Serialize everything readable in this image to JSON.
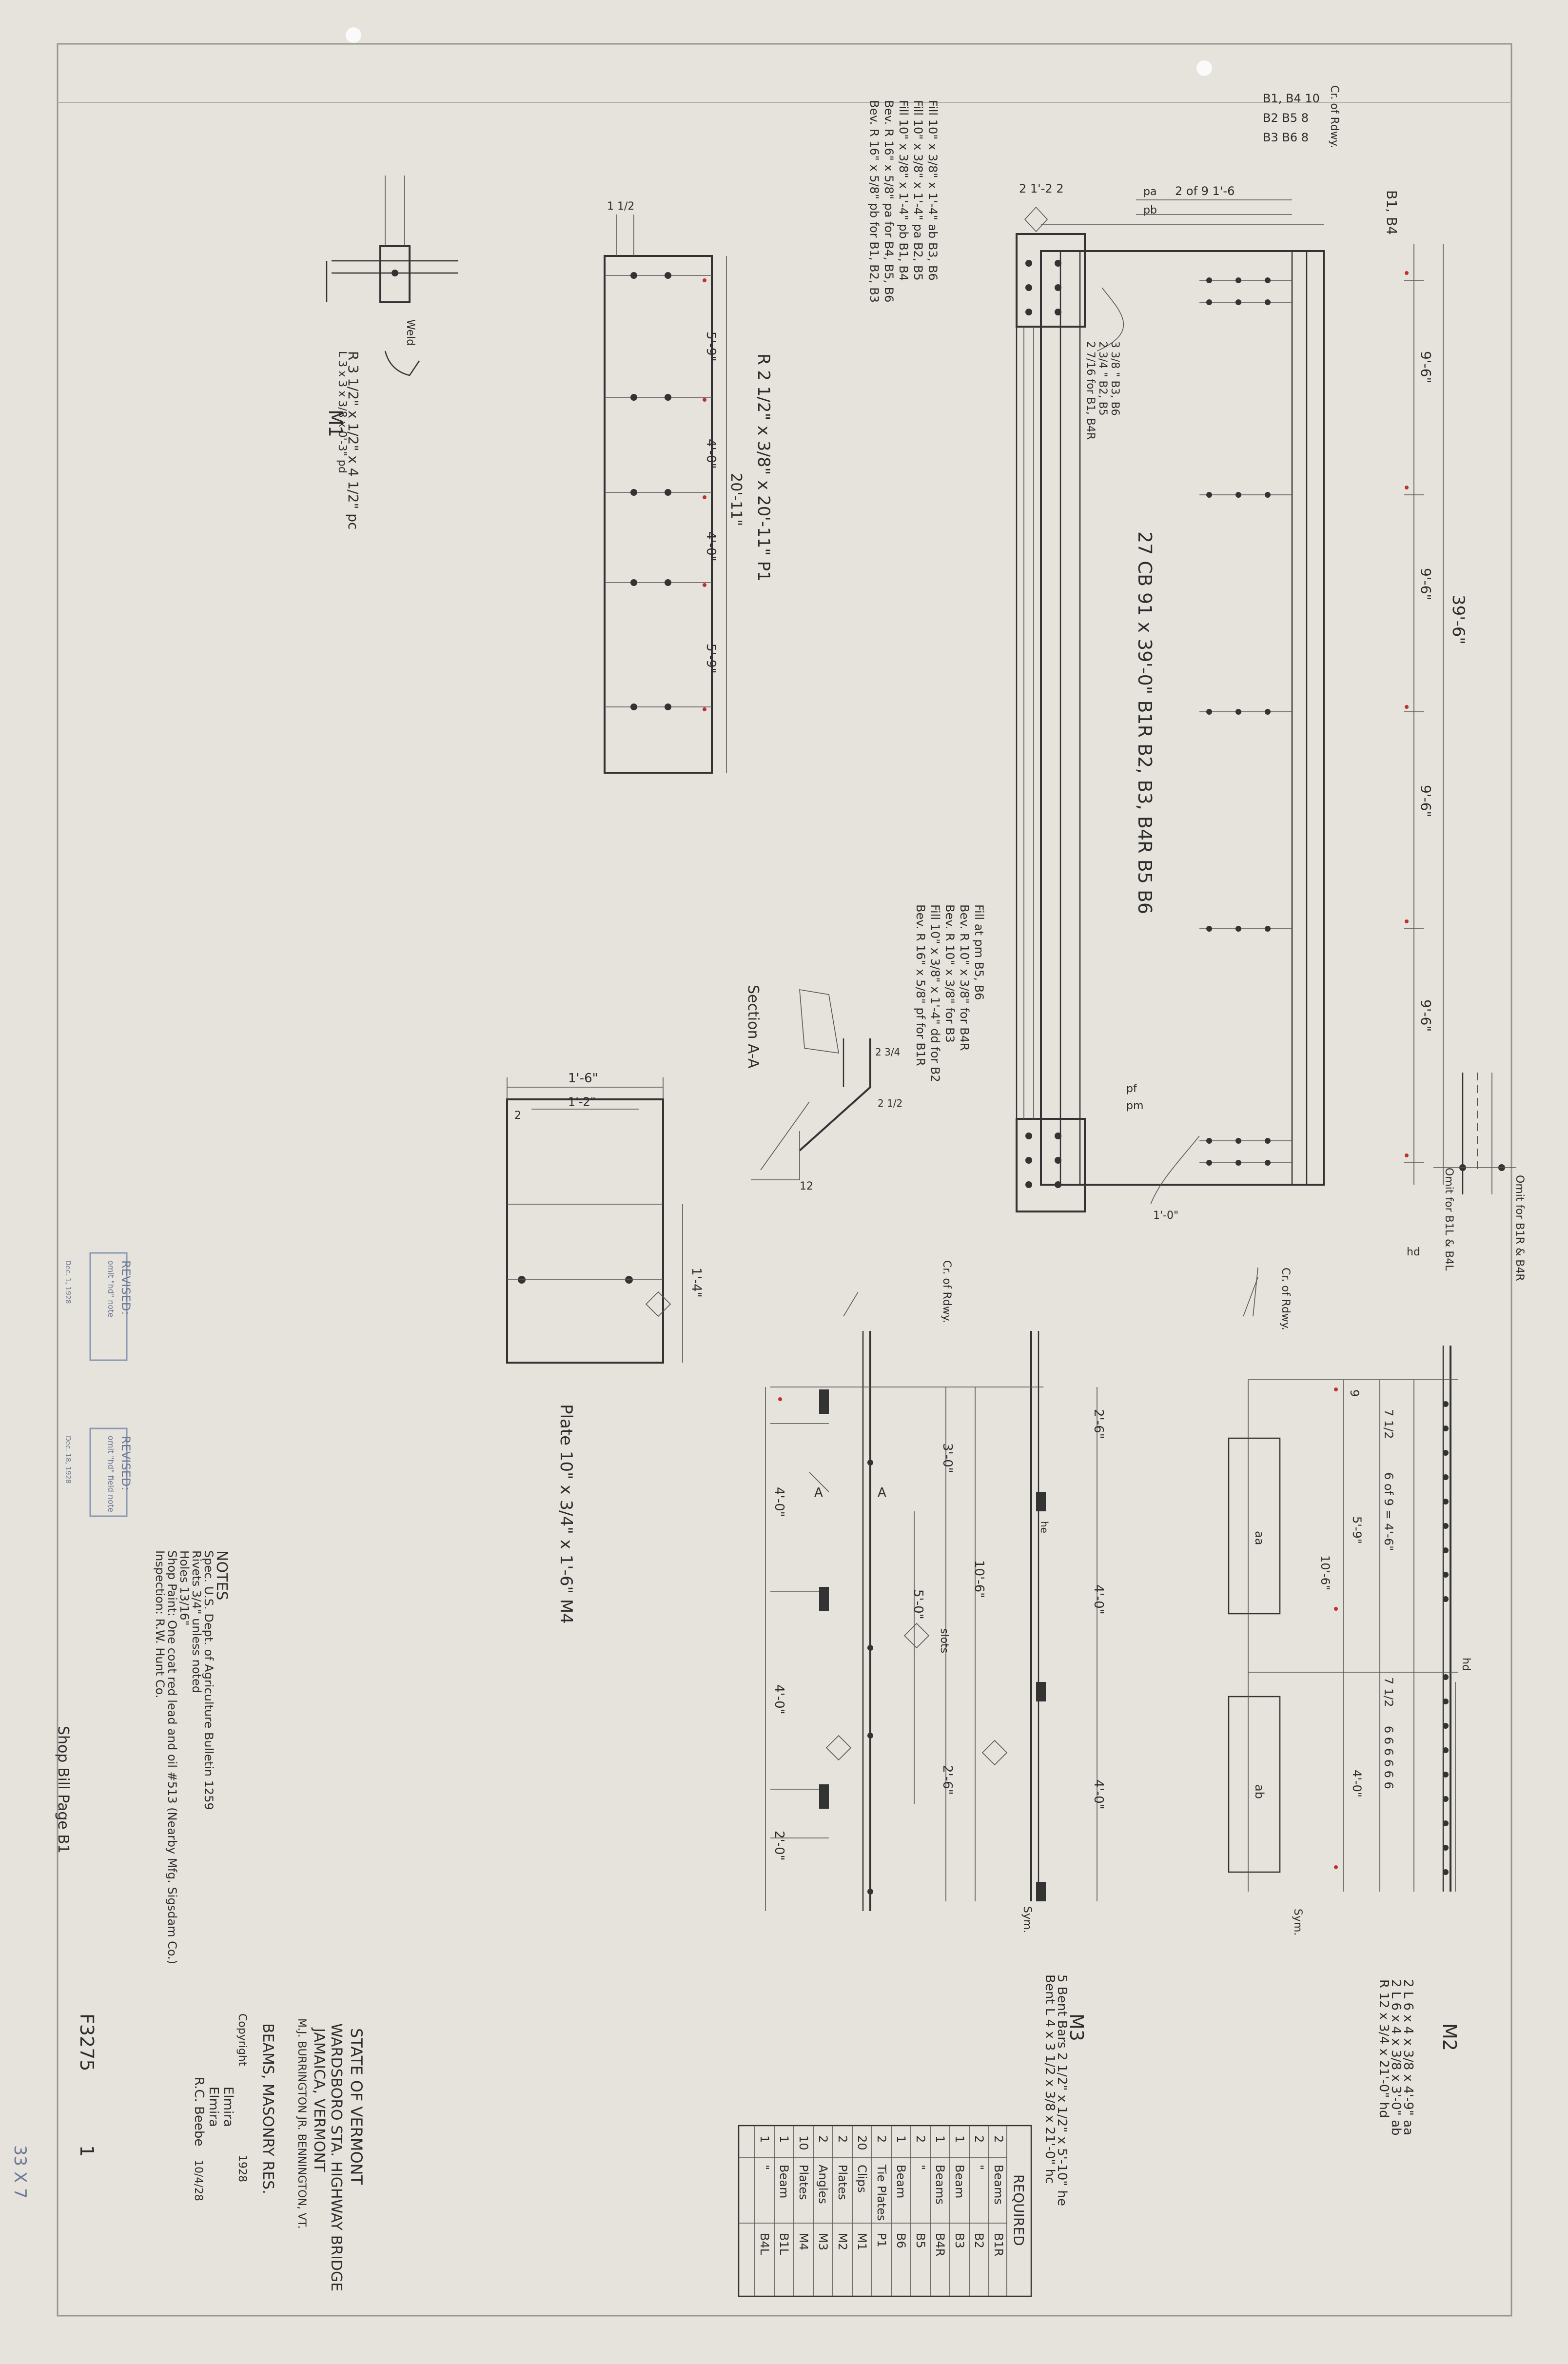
{
  "title_block": {
    "state": "STATE OF VERMONT",
    "bridge": "WARDSBORO STA. HIGHWAY BRIDGE",
    "town": "JAMAICA, VERMONT",
    "contractor": "M.J. BURRINGTON JR. BENNINGTON, VT.",
    "sheet_subject": "BEAMS, MASONRY RES.",
    "copyright": "Copyright",
    "year": "1928",
    "drawn_by": "Elmira",
    "checked_by": "Elmira",
    "engineer": "R.C. Beebe",
    "date": "10/4/28",
    "shop_bill": "Shop Bill Page B1",
    "drawing_number": "F3275",
    "sheet_number": "1",
    "margin_note": "33 X 7"
  },
  "notes": {
    "heading": "NOTES",
    "lines": [
      "Spec. U.S. Dept. of Agriculture Bulletin 1259",
      "Rivets 3/4\" unless noted",
      "Holes 13/16\"",
      "Shop Paint: One coat red lead and oil #513 (Nearby Mfg. Sigsdam Co.)",
      "Inspection: R.W. Hunt Co."
    ]
  },
  "revisions": [
    {
      "title": "REVISED:",
      "text": "omit \"hd\" note",
      "date": "Dec. 1, 1928"
    },
    {
      "title": "REVISED:",
      "text": "omit \"hd\" field note",
      "date": "Dec. 18, 1928"
    }
  ],
  "required_table": {
    "heading": "REQUIRED",
    "rows": [
      {
        "qty": "2",
        "item": "Beams",
        "mark": "B1R"
      },
      {
        "qty": "2",
        "item": "\"",
        "mark": "B2"
      },
      {
        "qty": "1",
        "item": "Beam",
        "mark": "B3"
      },
      {
        "qty": "1",
        "item": "Beams",
        "mark": "B4R"
      },
      {
        "qty": "2",
        "item": "\"",
        "mark": "B5"
      },
      {
        "qty": "1",
        "item": "Beam",
        "mark": "B6"
      },
      {
        "qty": "2",
        "item": "Tie Plates",
        "mark": "P1"
      },
      {
        "qty": "20",
        "item": "Clips",
        "mark": "M1"
      },
      {
        "qty": "2",
        "item": "Plates",
        "mark": "M2"
      },
      {
        "qty": "2",
        "item": "Angles",
        "mark": "M3"
      },
      {
        "qty": "10",
        "item": "Plates",
        "mark": "M4"
      },
      {
        "qty": "1",
        "item": "Beam",
        "mark": "B1L"
      },
      {
        "qty": "1",
        "item": "\"",
        "mark": "B4L"
      }
    ]
  },
  "main_beam": {
    "title": "27 CB 91 x 39'-0\"  B1R B2, B3, B4R B5 B6",
    "length": "39'-6\"",
    "spacing": [
      "9'-6\"",
      "9'-6\"",
      "9'-6\"",
      "9'-6\""
    ],
    "gauge": "2 1'-2 2",
    "end_dim": "2 of 9 1'-6",
    "side_list_top": [
      "B1, B4 10",
      "B2 B5 8",
      "B3 B6 8"
    ],
    "crown_label": "Cr. of Rdwy.",
    "end_label": "B1, B4",
    "bevel_notes_top": [
      "Bev. R 16\" x 5/8\" pb for B1, B2, B3",
      "Bev. R 16\" x 5/8\" pa for B4, B5, B6",
      "Fill 10\" x 3/8\" x 1'-4\" pb B1, B4",
      "Fill 10\" x 3/8\" x 1'-4\" pa B2, B5",
      "Fill 10\" x 3/8\" x 1'-4\" ab B3, B6"
    ],
    "bevel_notes_bottom": [
      "Bev. R 16\" x 5/8\" pf for B1R",
      "Fill 10\" x 3/8\" x 1'-4\" dd for B2",
      "Bev. R 10\" x 3/8\" for B3",
      "Bev. R 10\" x 3/8\" for B4R",
      "Fill at pm B5, B6"
    ],
    "left_end_notes": [
      "2 7/16 for B1, B4R",
      "2 3/4 \" B2, B5",
      "3 3/8 \" B3, B6"
    ],
    "omit_notes": [
      "Omit for B1R & B4R",
      "Omit for B1L & B4L"
    ],
    "labels": [
      "pa",
      "pb",
      "pf",
      "pm",
      "hd",
      "1'-0\""
    ]
  },
  "tie_plate": {
    "title": "R 2 1/2\" x 3/8\" x 20'-11\" P1",
    "total": "20'-11\"",
    "segments": [
      "5'-9\"",
      "4'-0\"",
      "4'-0\"",
      "5'-9\""
    ],
    "end": "1 1/2"
  },
  "clip": {
    "title": "M1",
    "desc": "R 3 1/2\" x 1/2\" x 4 1/2\" pc",
    "desc2": "L 3 x 3 x 3/8 x 0'-3\" pd",
    "weld": "Weld"
  },
  "plate_m4": {
    "title": "Plate 10\" x 3/4\" x 1'-6\" M4",
    "width": "1'-6\"",
    "inner": "1'-2\"",
    "height": "1'-4\"",
    "edge": "2"
  },
  "section": {
    "title": "Section A-A",
    "bevel": "12",
    "labels": [
      "2 3/4",
      "2 1/2"
    ]
  },
  "bent_bars": {
    "title": "M3",
    "line1": "5 Bent Bars 2 1/2\" x 1/2\" x 5'-10\" he",
    "line2": "Bent L 4 x 3 1/2 x 3/8 x 21'-0\" hc",
    "crown": "Cr. of Rdwy.",
    "dims": [
      "2'-6\"",
      "4'-0\"",
      "4'-0\"",
      "2'-0\"",
      "3'-0\"",
      "4'-0\"",
      "4'-0\"",
      "10'-6\"",
      "5'-0\"",
      "2'-6\""
    ],
    "slots": "slots",
    "sym": "Sym.",
    "marks": [
      "A",
      "A",
      "he"
    ]
  },
  "plate_m2": {
    "title": "M2",
    "line1": "2 L 6 x 4 x 3/8 x 4'-9\" aa",
    "line2": "2 L 6 x 4 x 3/8 x 3'-0\" ab",
    "line3": "R 12 x 3/4 x 21'-0\" hd",
    "crown": "Cr. of Rdwy.",
    "dims": [
      "9",
      "7 1/2",
      "6 of 9 = 4'-6\"",
      "5'-9\"",
      "10'-6\"",
      "4'-0\"",
      "7 1/2",
      "6 6 6 6 6 6"
    ],
    "labels": [
      "aa",
      "ab",
      "hd"
    ],
    "sym": "Sym."
  }
}
